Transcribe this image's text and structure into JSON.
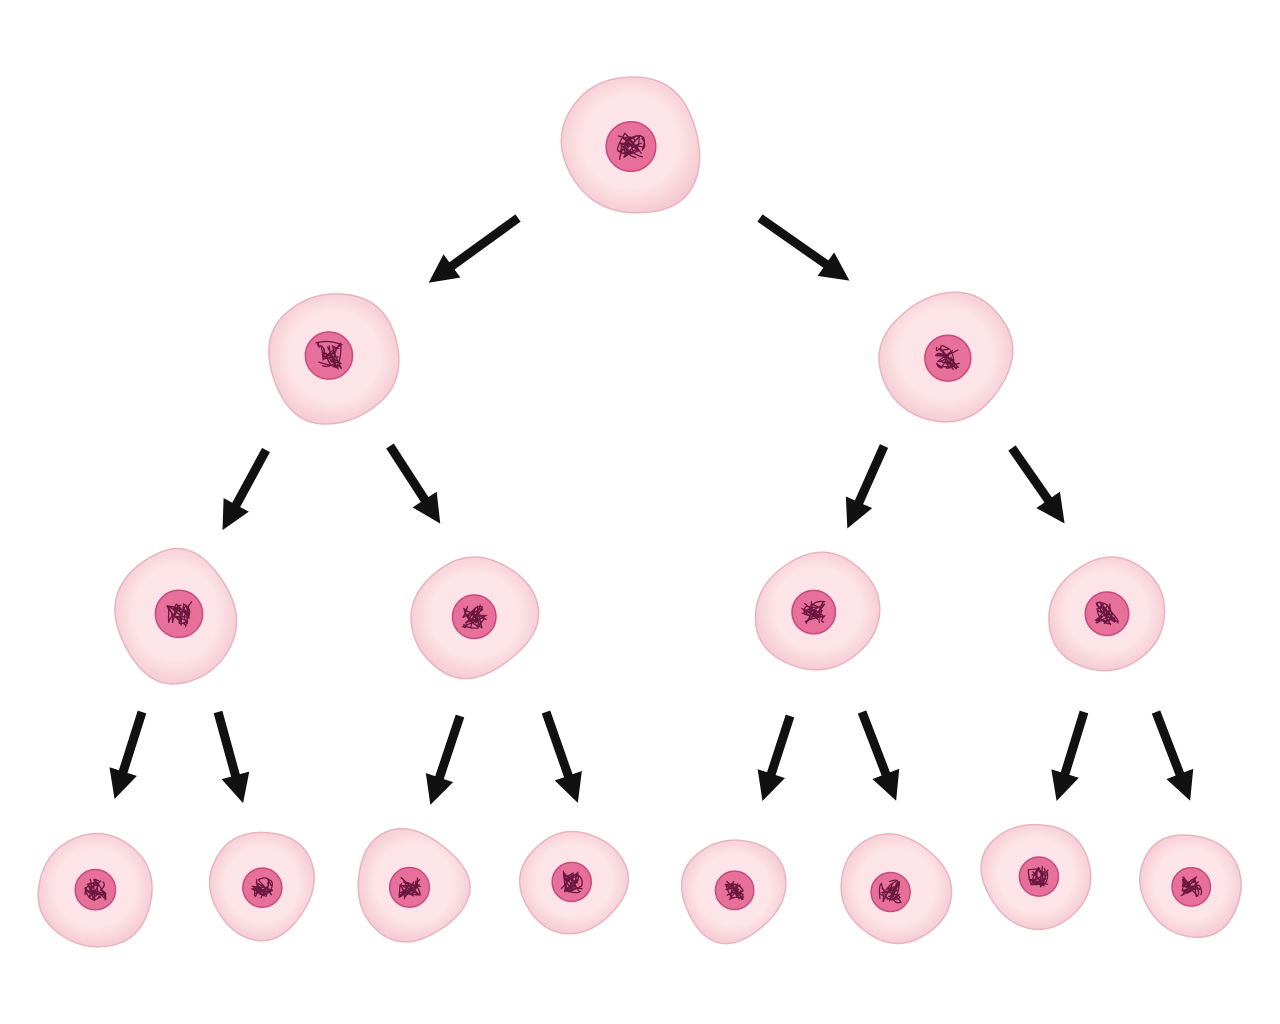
{
  "diagram": {
    "type": "cell-division-tree",
    "generations": [
      1,
      2,
      4,
      8
    ],
    "colors": {
      "background": "#ffffff",
      "cell_fill_inner": "#fde4e8",
      "cell_fill_outer": "#f2c4cc",
      "cell_edge": "#eab4bf",
      "nucleus_fill": "#e7709a",
      "nucleus_edge": "#c94a7e",
      "chromatin": "#6b1840",
      "arrow": "#111111"
    },
    "icons": {
      "cell": "cell-icon",
      "nucleus": "nucleus-icon",
      "arrow": "arrow-icon"
    }
  }
}
